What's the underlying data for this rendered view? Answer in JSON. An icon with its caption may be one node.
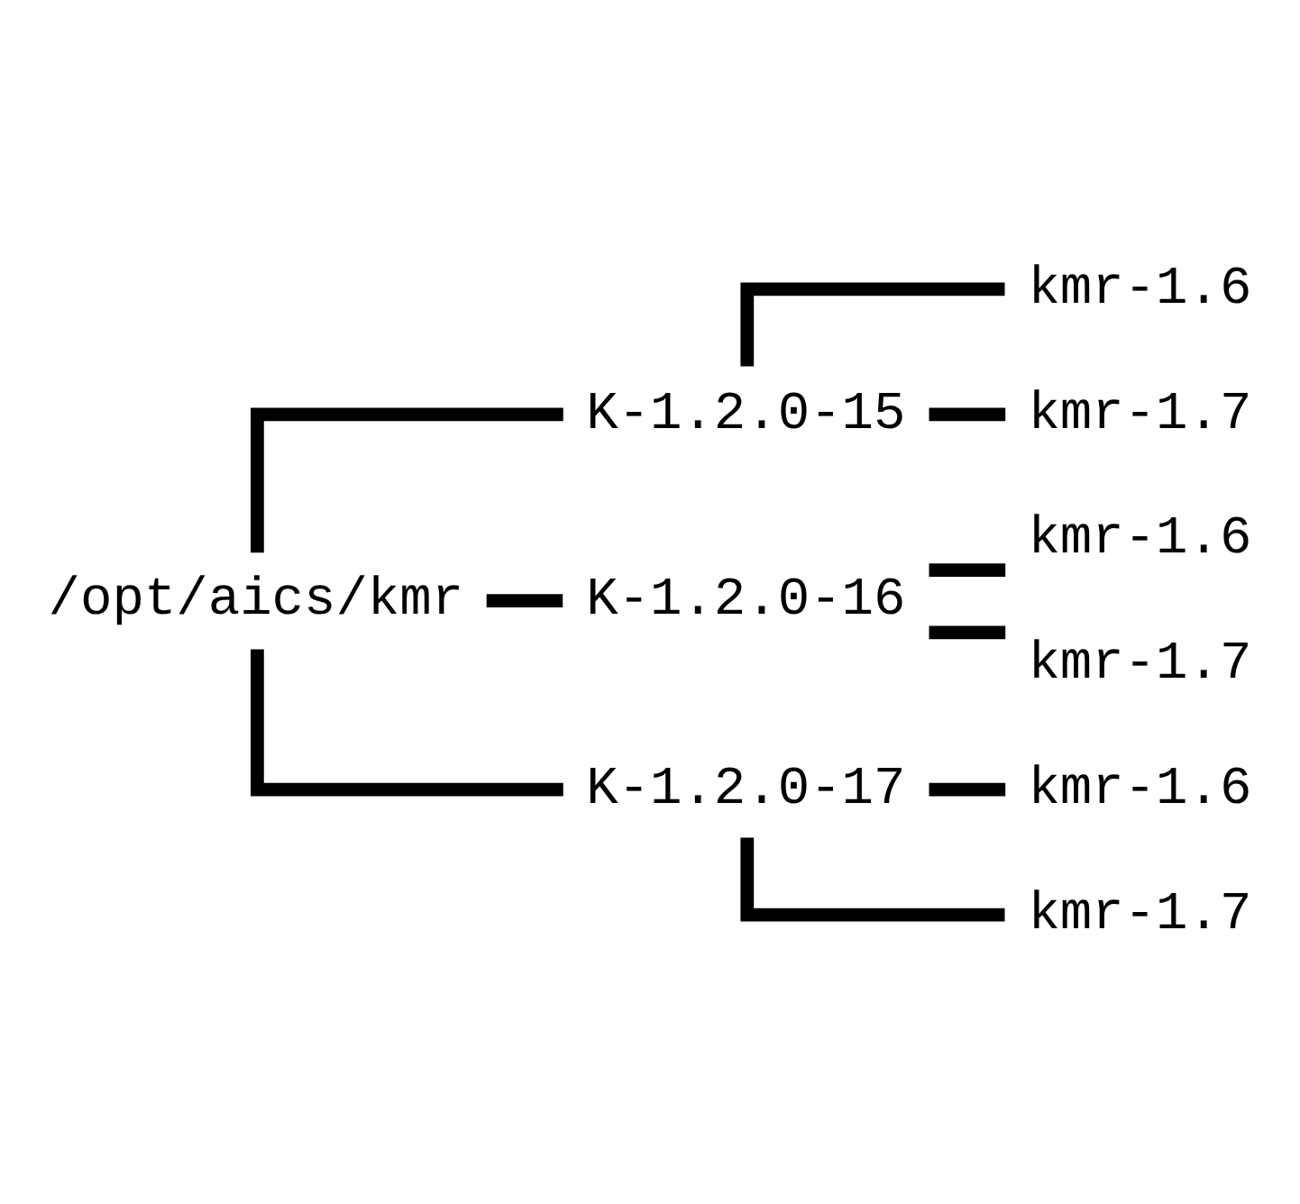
{
  "diagram": {
    "nodes": [
      {
        "text": [
          "/opt/aics/kmr"
        ]
      },
      {
        "text": [
          "K-1.2.0-15"
        ]
      },
      {
        "text": [
          "kmr-1.6"
        ]
      },
      {
        "text": [
          "kmr-1.7"
        ]
      },
      {
        "text": [
          "K-1.2.0-16"
        ]
      },
      {
        "text": [
          "kmr-1.6"
        ]
      },
      {
        "text": [
          "kmr-1.7"
        ]
      },
      {
        "text": [
          "K-1.2.0-17"
        ]
      },
      {
        "text": [
          "kmr-1.6"
        ]
      },
      {
        "text": [
          "kmr-1.7"
        ]
      }
    ],
    "edges": [
      {
        "from": 0,
        "to": 1,
        "arrow": "none"
      },
      {
        "from": 1,
        "to": 2,
        "arrow": "none"
      },
      {
        "from": 1,
        "to": 3,
        "arrow": "none"
      },
      {
        "from": 0,
        "to": 4,
        "arrow": "none"
      },
      {
        "from": 4,
        "to": 5,
        "arrow": "none"
      },
      {
        "from": 4,
        "to": 6,
        "arrow": "none"
      },
      {
        "from": 0,
        "to": 7,
        "arrow": "none"
      },
      {
        "from": 7,
        "to": 8,
        "arrow": "none"
      },
      {
        "from": 7,
        "to": 9,
        "arrow": "none"
      }
    ]
  }
}
